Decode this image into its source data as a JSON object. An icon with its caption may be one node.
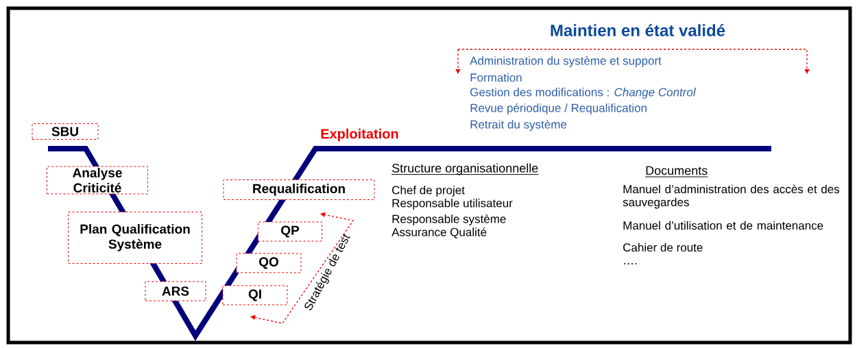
{
  "diagram": {
    "nodes": [
      {
        "text": [
          "SBU"
        ]
      },
      {
        "text": [
          "Analyse Criticité"
        ]
      },
      {
        "text": [
          "Plan Qualification Système"
        ]
      },
      {
        "text": [
          "ARS"
        ]
      },
      {
        "text": [
          "Requalification"
        ]
      },
      {
        "text": [
          "QP"
        ]
      },
      {
        "text": [
          "QO"
        ]
      },
      {
        "text": [
          "QI"
        ]
      }
    ],
    "labels": [
      "Maintien en état validé",
      "Administration du système et support",
      "Formation",
      "Gestion des modifications : *Change Control*",
      "Revue périodique / Requalification",
      "Retrait du système",
      "Exploitation",
      "Structure organisationnelle",
      "Documents",
      "Chef de projet",
      "Responsable utilisateur",
      "Responsable système",
      "Assurance Qualité",
      "Manuel d’administration des accès et des sauvegardes",
      "Manuel d’utilisation et de maintenance",
      "Cahier de route",
      "….",
      "Stratégie de test"
    ]
  }
}
